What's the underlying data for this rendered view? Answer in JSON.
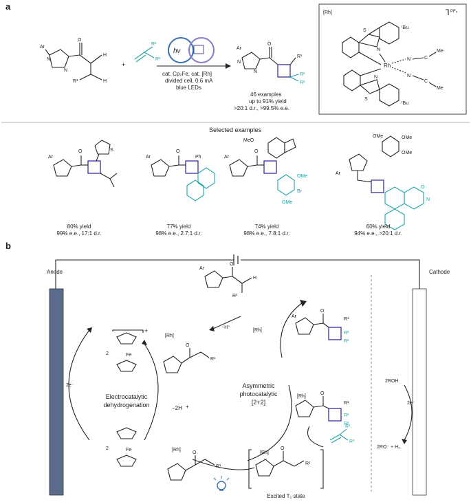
{
  "panel_a": {
    "label": "a",
    "reaction_conditions": [
      "cat. Cp₂Fe, cat. [Rh]",
      "divided cell, 0.6 mA",
      "blue LEDs"
    ],
    "hv": "hν",
    "result": [
      "46 examples",
      "up to 91% yield",
      ">20:1 d.r., >99.5% e.e."
    ],
    "rh_box_label": "[Rh]",
    "rh_counterion": "PF₆",
    "rh_box_atoms": [
      "S",
      "N",
      "ᵗBu",
      "Rh",
      "N",
      "C",
      "Me",
      "N",
      "C",
      "Me",
      "N",
      "S",
      "ᵗBu"
    ],
    "section_title": "Selected examples",
    "examples": [
      {
        "yield": "80% yield",
        "selectivity": "99% e.e., 17:1 d.r."
      },
      {
        "yield": "77% yield",
        "selectivity": "98% e.e., 2.7:1 d.r."
      },
      {
        "yield": "74% yield",
        "selectivity": "98% e.e., 7.8:1 d.r."
      },
      {
        "yield": "60% yield",
        "selectivity": "94% e.e., >20:1 d.r."
      }
    ]
  },
  "panel_b": {
    "label": "b",
    "anode": "Anode",
    "cathode": "Cathode",
    "left_cycle": [
      "Electrocatalytic",
      "dehydrogenation"
    ],
    "right_cycle": [
      "Asymmetric",
      "photocatalytic",
      "[2+2]"
    ],
    "minus_2H": "−2H",
    "plus": "+",
    "minus_H": "−H⁺",
    "rh": "[Rh]",
    "fe3": "Fe",
    "fe2": "Fe",
    "two": "2",
    "two_e_left": "2e⁻",
    "two_e_right": "2e⁻",
    "cathode_top": "2ROH",
    "cathode_bottom": "2RO⁻ + H₂",
    "excited_state": "Excited T₁ state"
  },
  "colors": {
    "teal": "#1fa3a8",
    "purple": "#4b3fa0",
    "anode_fill": "#5b6b8c",
    "blue_loop": "#3a6fb0"
  }
}
